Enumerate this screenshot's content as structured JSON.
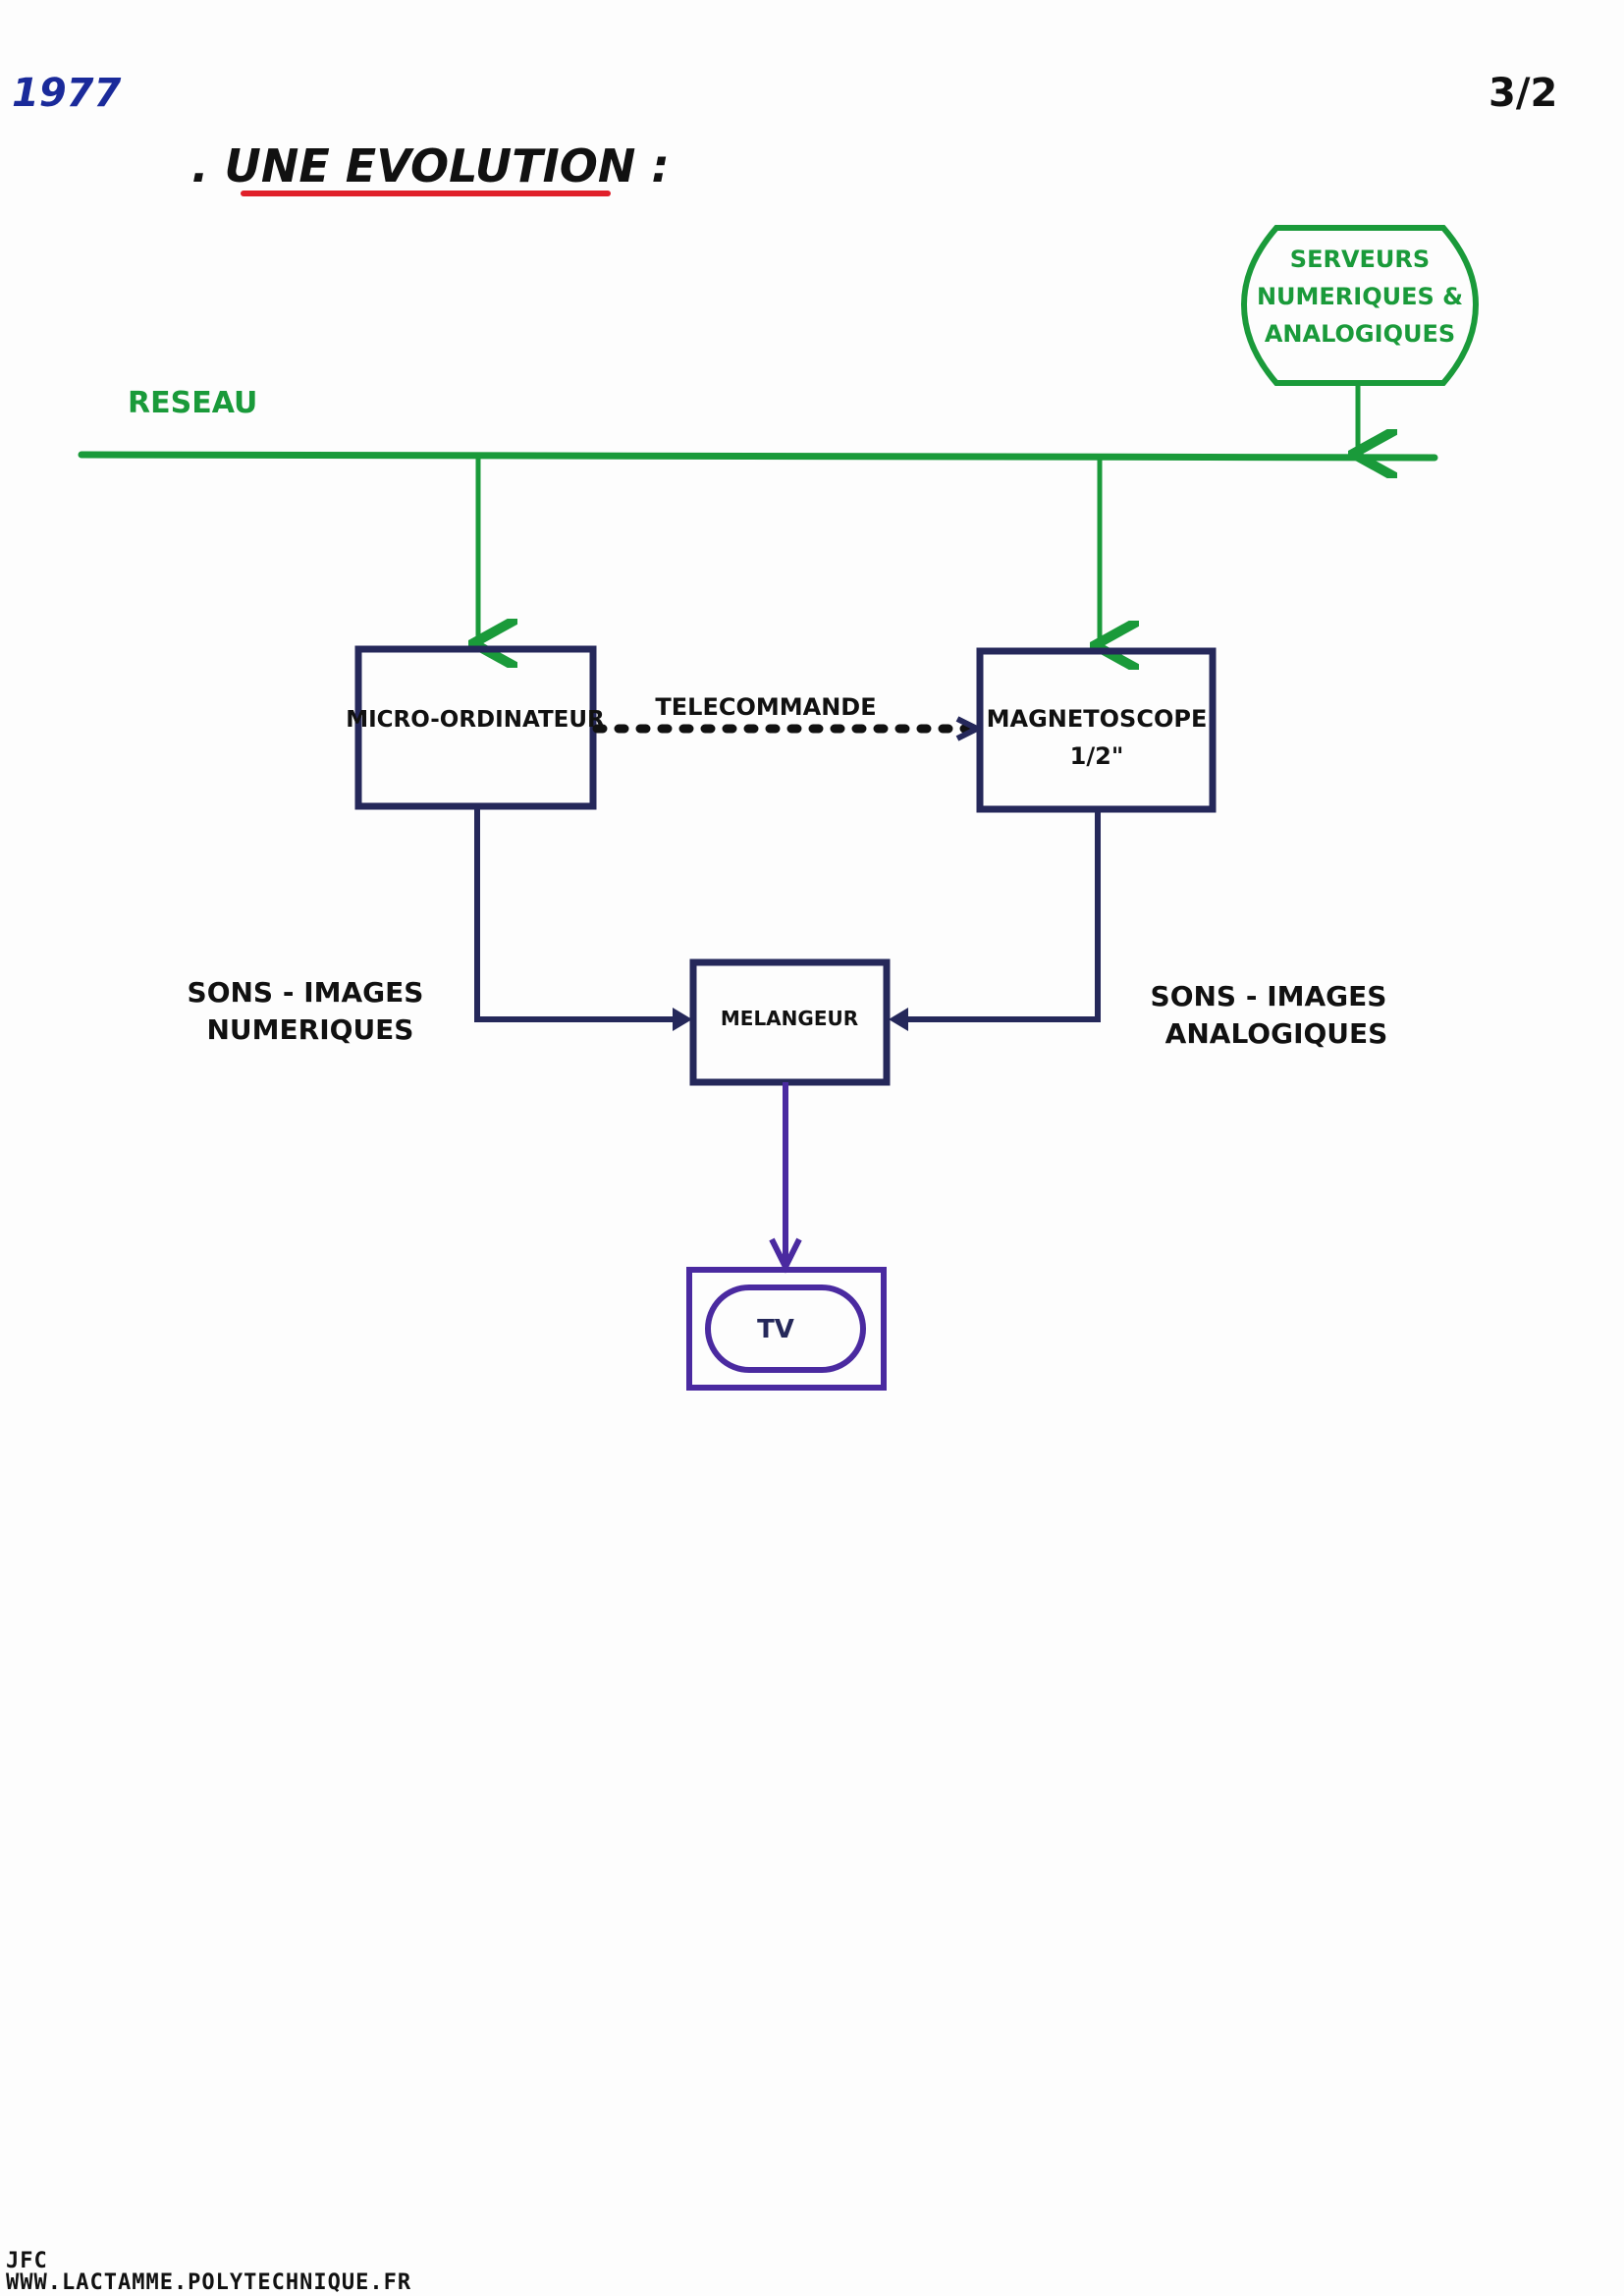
{
  "header": {
    "year": "1977",
    "page": "3/2",
    "title": ". UNE EVOLUTION :"
  },
  "diagram": {
    "network_label": "RESEAU",
    "servers": [
      "SERVEURS",
      "NUMERIQUES &",
      "ANALOGIQUES"
    ],
    "micro": "MICRO-ORDINATEUR",
    "remote": "TELECOMMANDE",
    "vcr": [
      "MAGNETOSCOPE",
      "1/2\""
    ],
    "mixer": "MELANGEUR",
    "left_label": [
      "SONS - IMAGES",
      "NUMERIQUES"
    ],
    "right_label": [
      "SONS - IMAGES",
      "ANALOGIQUES"
    ],
    "tv": "TV"
  },
  "footer": {
    "initials": "JFC",
    "url": "WWW.LACTAMME.POLYTECHNIQUE.FR"
  },
  "colors": {
    "green": "#1a9a3a",
    "navy": "#25285a",
    "purple": "#4a2aa0",
    "red": "#e0202a",
    "blue": "#1a2a9a"
  }
}
